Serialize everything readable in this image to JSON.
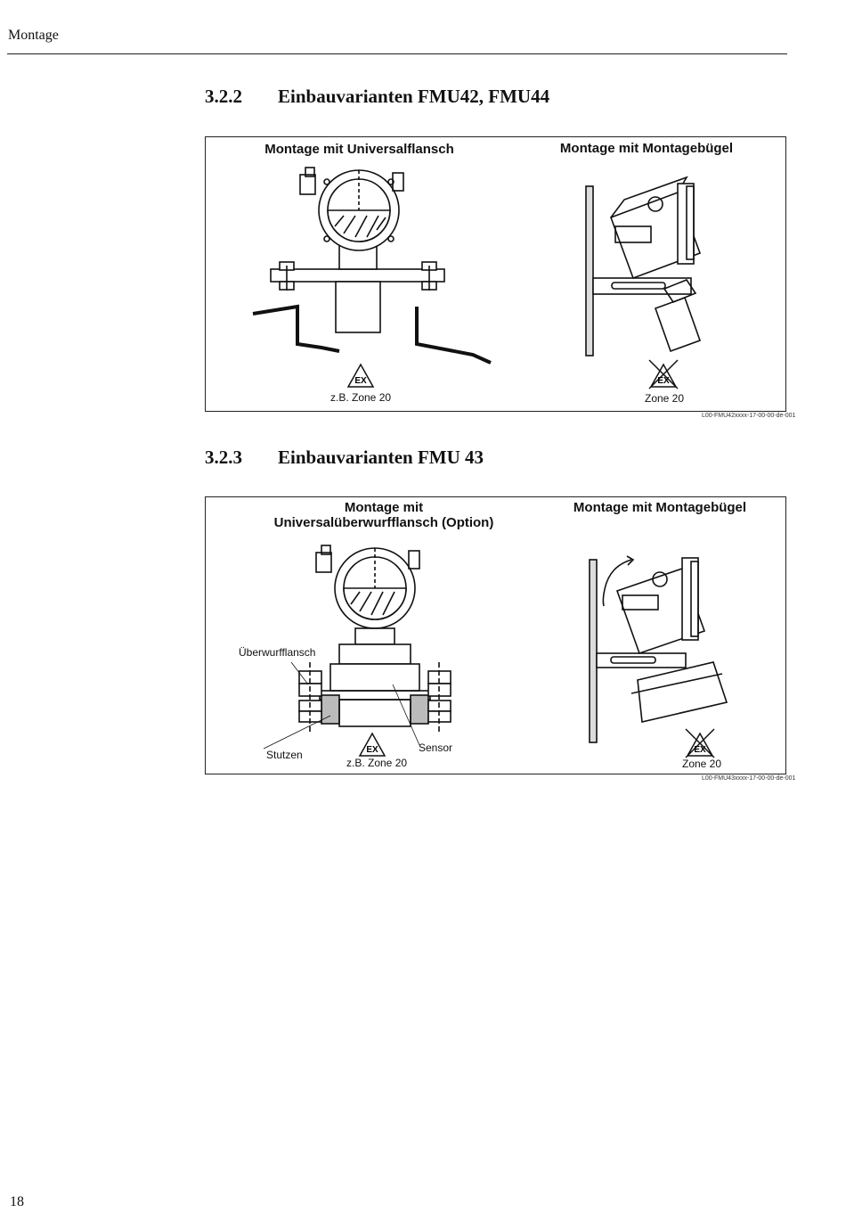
{
  "header": {
    "running_title": "Montage"
  },
  "sections": [
    {
      "number": "3.2.2",
      "title": "Einbauvarianten FMU42, FMU44",
      "figure": {
        "left_title": "Montage mit Universalflansch",
        "right_title": "Montage mit Montagebügel",
        "left_ex_label": "z.B. Zone 20",
        "right_ex_label": "Zone 20",
        "ex_symbol": "EX",
        "reference": "L00-FMU42xxxx-17-00-00-de-001"
      }
    },
    {
      "number": "3.2.3",
      "title": "Einbauvarianten FMU 43",
      "figure": {
        "left_title_line1": "Montage mit",
        "left_title_line2": "Universalüberwurfflansch (Option)",
        "right_title": "Montage mit Montagebügel",
        "callout_ueberwurfflansch": "Überwurfflansch",
        "callout_stutzen": "Stutzen",
        "callout_sensor": "Sensor",
        "left_ex_label": "z.B. Zone 20",
        "right_ex_label": "Zone 20",
        "ex_symbol": "EX",
        "reference": "L00-FMU43xxxx-17-00-00-de-001"
      }
    }
  ],
  "footer": {
    "page_number": "18"
  }
}
